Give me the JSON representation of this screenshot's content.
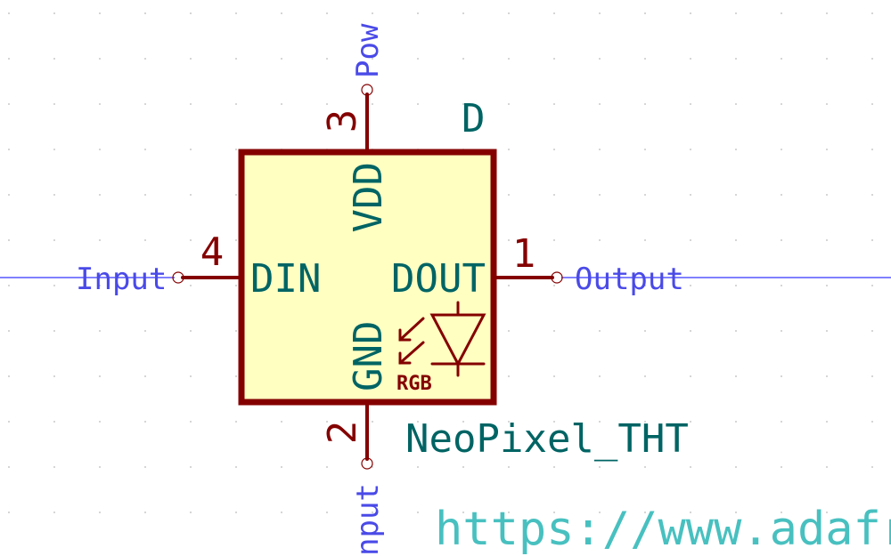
{
  "symbol": {
    "reference": "D",
    "value": "NeoPixel_THT",
    "colors": {
      "body_fill": "#ffffc2",
      "body_outline": "#840000",
      "pin_line": "#840000",
      "pin_number": "#840000",
      "pin_name": "#006464",
      "field_text": "#006464",
      "wire": "#0000ff",
      "net_label": "#4a4ae8",
      "url": "#48c0c0",
      "grid_dot": "#b8b8b8"
    },
    "pins": [
      {
        "number": "1",
        "name": "DOUT",
        "side": "right"
      },
      {
        "number": "2",
        "name": "GND",
        "side": "bottom"
      },
      {
        "number": "3",
        "name": "VDD",
        "side": "top"
      },
      {
        "number": "4",
        "name": "DIN",
        "side": "left"
      }
    ],
    "led_badge": "RGB",
    "led_icon": "rgb-led-icon"
  },
  "nets": {
    "left": "Input",
    "right": "Output",
    "top": "Pow",
    "bottom": "nput"
  },
  "url_text": "https://www.adafru"
}
